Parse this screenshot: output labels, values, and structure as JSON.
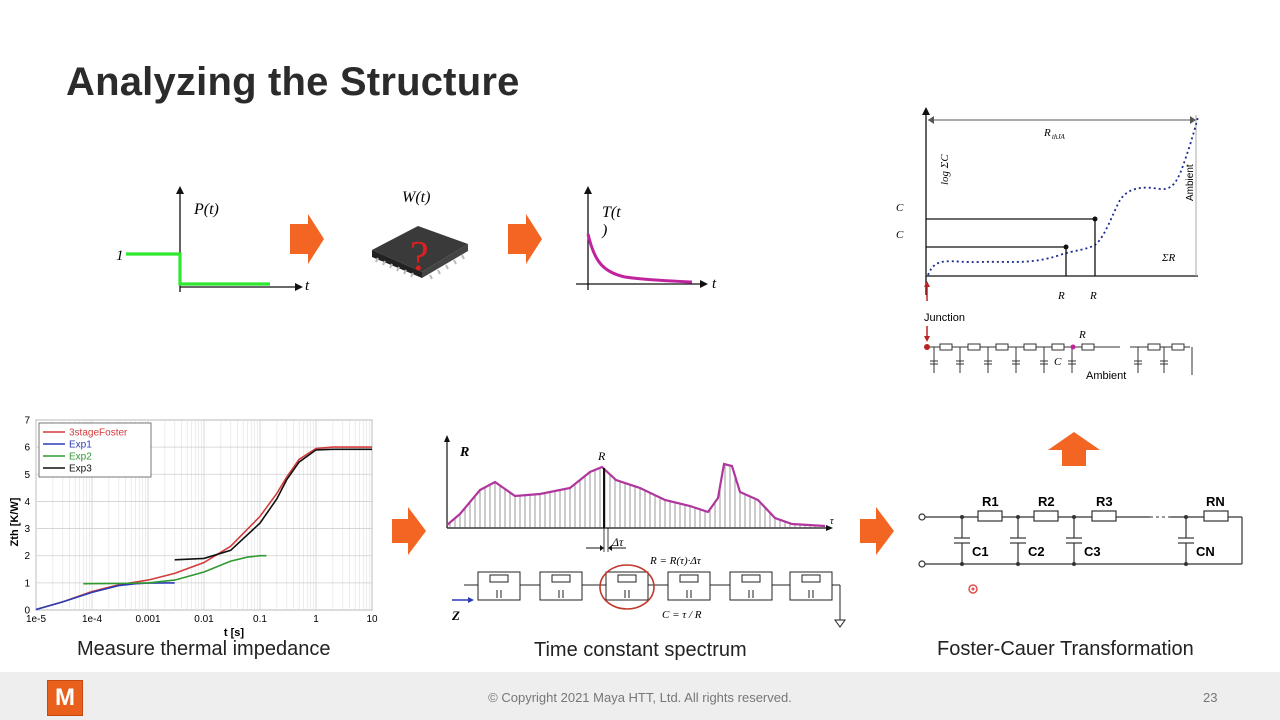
{
  "slide": {
    "title": "Analyzing the Structure",
    "captions": {
      "measure": "Measure thermal impedance",
      "spectrum": "Time constant spectrum",
      "transform": "Foster-Cauer Transformation"
    }
  },
  "step_diagram": {
    "input_label": "P(t)",
    "level_label": "1",
    "time_label": "t",
    "system_label": "W(t)",
    "response_label_line1": "T(t",
    "response_label_line2": ")",
    "question_mark": "?"
  },
  "structure_function": {
    "total_resistance": "R",
    "total_resistance_sub": "thJA",
    "y_label": "log ΣC",
    "x_label": "ΣR",
    "c_label_1": "C",
    "c_label_2": "C",
    "r_label_1": "R",
    "r_label_2": "R",
    "ambient_label": "Ambient",
    "junction_label": "Junction",
    "ladder_r_label": "R",
    "ladder_c_label": "C",
    "ladder_ambient_label": "Ambient"
  },
  "spectrum": {
    "y_label": "R",
    "peak_label": "R",
    "x_label": "τ",
    "delta_label": "Δτ",
    "eq_r": "R = R(τ)·Δτ",
    "eq_c": "C = τ / R",
    "input_label": "Z"
  },
  "foster": {
    "resistors": [
      "R1",
      "R2",
      "R3",
      "RN"
    ],
    "capacitors": [
      "C1",
      "C2",
      "C3",
      "CN"
    ]
  },
  "colors": {
    "accent_orange": "#f26522",
    "green": "#2ee82e",
    "magenta": "#c0249c",
    "red_curve": "#d23c3c",
    "blue_curve": "#2b3bb5",
    "green_curve": "#2f9a2f"
  },
  "chart_data": {
    "type": "line",
    "xlabel": "t [s]",
    "ylabel": "Zth [K/W]",
    "x_scale": "log",
    "xlim": [
      1e-05,
      10
    ],
    "ylim": [
      0,
      7
    ],
    "x_ticks": [
      "1e-5",
      "1e-4",
      "0.001",
      "0.01",
      "0.1",
      "1",
      "10"
    ],
    "y_ticks": [
      "0",
      "1",
      "2",
      "3",
      "4",
      "5",
      "6",
      "7"
    ],
    "grid": true,
    "legend_position": "top-left",
    "series": [
      {
        "name": "3stageFoster",
        "color": "#d23c3c",
        "x": [
          1e-05,
          3e-05,
          0.0001,
          0.0003,
          0.001,
          0.003,
          0.01,
          0.03,
          0.1,
          0.2,
          0.3,
          0.5,
          1,
          2,
          10
        ],
        "y": [
          0.02,
          0.3,
          0.68,
          0.93,
          1.1,
          1.35,
          1.75,
          2.35,
          3.45,
          4.3,
          4.9,
          5.55,
          5.95,
          6.0,
          6.0
        ]
      },
      {
        "name": "Exp1",
        "color": "#2b3bb5",
        "x": [
          1e-05,
          3e-05,
          0.0001,
          0.0003,
          0.0006,
          0.001,
          0.002,
          0.003
        ],
        "y": [
          0.02,
          0.3,
          0.65,
          0.9,
          0.97,
          0.99,
          1.0,
          1.0
        ]
      },
      {
        "name": "Exp2",
        "color": "#2f9a2f",
        "x": [
          7e-05,
          0.0003,
          0.001,
          0.003,
          0.01,
          0.03,
          0.06,
          0.1,
          0.13
        ],
        "y": [
          0.97,
          0.98,
          1.0,
          1.1,
          1.4,
          1.8,
          1.95,
          2.0,
          2.0
        ]
      },
      {
        "name": "Exp3",
        "color": "#111111",
        "x": [
          0.003,
          0.01,
          0.03,
          0.1,
          0.2,
          0.3,
          0.5,
          1,
          2,
          10
        ],
        "y": [
          1.85,
          1.9,
          2.2,
          3.2,
          4.1,
          4.8,
          5.45,
          5.9,
          5.92,
          5.92
        ]
      }
    ]
  }
}
